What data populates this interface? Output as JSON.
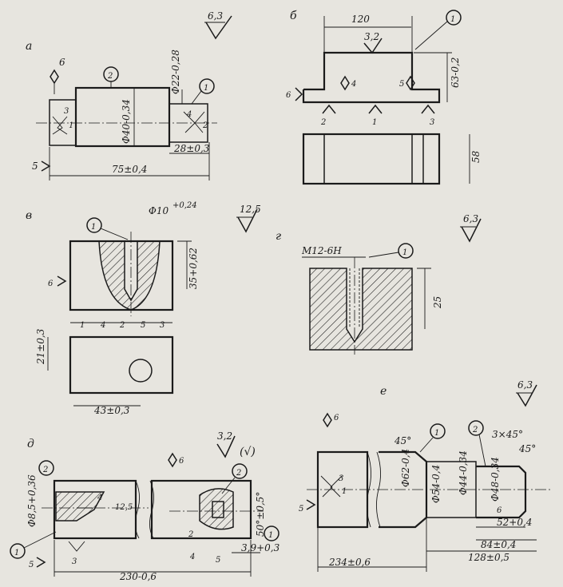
{
  "sections": {
    "a": {
      "letter": "а",
      "roughness": "6,3",
      "base_1": "6",
      "base_2": "5",
      "pt_3": "3",
      "pt_1": "1",
      "pt_4": "4",
      "pt_2": "2",
      "dia_left": "Φ40-0,34",
      "dia_right": "Φ22-0,28",
      "len_28": "28±0,3",
      "len_75": "75±0,4",
      "call_1": "1",
      "call_2": "2"
    },
    "b": {
      "letter": "б",
      "w120": "120",
      "r32": "3,2",
      "call_1": "1",
      "h63": "63-0,2",
      "h58": "58",
      "b6": "6",
      "b4": "4",
      "b5": "5",
      "s2": "2",
      "s1": "1",
      "s3": "3"
    },
    "v": {
      "letter": "в",
      "dia": "Φ10",
      "tol": "+0,24",
      "depth": "35+0,62",
      "ra": "12,5",
      "call_1": "1",
      "b6": "6",
      "seq": [
        "1",
        "4",
        "2",
        "5",
        "3"
      ],
      "h21": "21±0,3",
      "w43": "43±0,3"
    },
    "g": {
      "letter": "г",
      "ra": "6,3",
      "thread": "M12-6H",
      "call_1": "1",
      "h25": "25"
    },
    "d": {
      "letter": "д",
      "ra": "3,2",
      "ra_bracket": "(√)",
      "b6": "6",
      "dia": "Φ8,5+0,36",
      "r4": "4",
      "ra125": "12,5",
      "call_2a": "2",
      "call_2b": "2",
      "call_1a": "1",
      "call_1b": "1",
      "b5": "5",
      "b3": "3",
      "b2": "2",
      "b4": "4",
      "b5b": "5",
      "ang": "50°±0,5°",
      "off": "3,9+0,3",
      "len": "230-0,6"
    },
    "e": {
      "letter": "е",
      "ra": "6,3",
      "b6": "6",
      "b5": "5",
      "b3": "3",
      "b1": "1",
      "chamf45": "45°",
      "call_1": "1",
      "call_2": "2",
      "chamf3": "3×45°",
      "ang45": "45°",
      "d62": "Φ62-0,4",
      "d54": "Φ54-0,4",
      "d44": "Φ44-0,34",
      "d48": "Φ48-0,34",
      "l6": "6",
      "l52": "52+0,4",
      "l84": "84±0,4",
      "l128": "128±0,5",
      "l234": "234±0,6"
    }
  }
}
